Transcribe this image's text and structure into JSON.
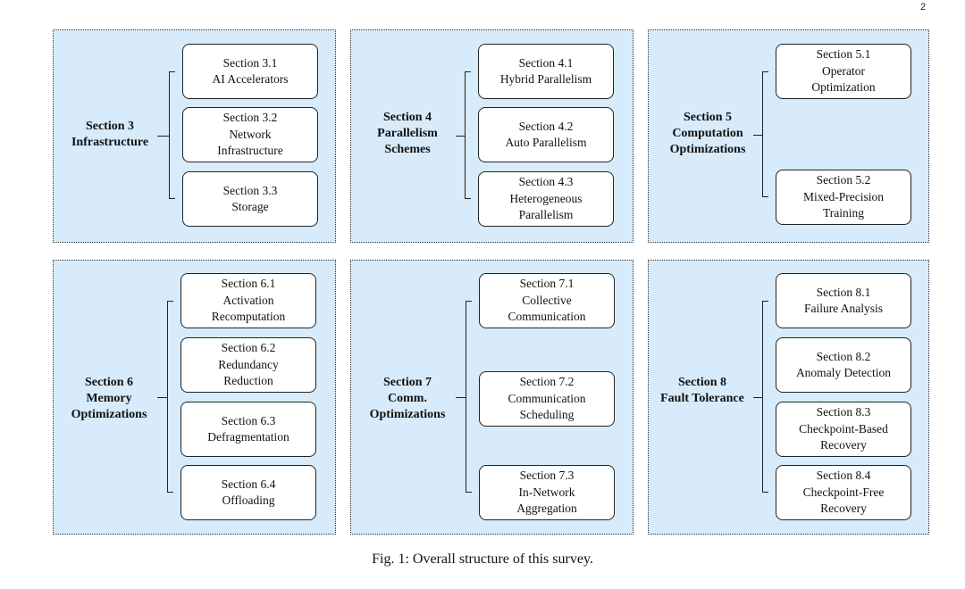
{
  "page_number": "2",
  "caption": "Fig. 1: Overall structure of this survey.",
  "panels": [
    {
      "title": "Section 3\nInfrastructure",
      "items": [
        "Section 3.1\nAI Accelerators",
        "Section 3.2\nNetwork\nInfrastructure",
        "Section 3.3\nStorage"
      ]
    },
    {
      "title": "Section 4\nParallelism\nSchemes",
      "items": [
        "Section 4.1\nHybrid Parallelism",
        "Section 4.2\nAuto Parallelism",
        "Section 4.3\nHeterogeneous\nParallelism"
      ]
    },
    {
      "title": "Section 5\nComputation\nOptimizations",
      "items": [
        "Section 5.1\nOperator\nOptimization",
        "Section 5.2\nMixed-Precision\nTraining"
      ]
    },
    {
      "title": "Section 6\nMemory\nOptimizations",
      "items": [
        "Section 6.1\nActivation\nRecomputation",
        "Section 6.2\nRedundancy\nReduction",
        "Section 6.3\nDefragmentation",
        "Section 6.4\nOffloading"
      ]
    },
    {
      "title": "Section 7\nComm.\nOptimizations",
      "items": [
        "Section 7.1\nCollective\nCommunication",
        "Section 7.2\nCommunication\nScheduling",
        "Section 7.3\nIn-Network\nAggregation"
      ]
    },
    {
      "title": "Section 8\nFault Tolerance",
      "items": [
        "Section 8.1\nFailure Analysis",
        "Section 8.2\nAnomaly Detection",
        "Section 8.3\nCheckpoint-Based\nRecovery",
        "Section 8.4\nCheckpoint-Free\nRecovery"
      ]
    }
  ]
}
